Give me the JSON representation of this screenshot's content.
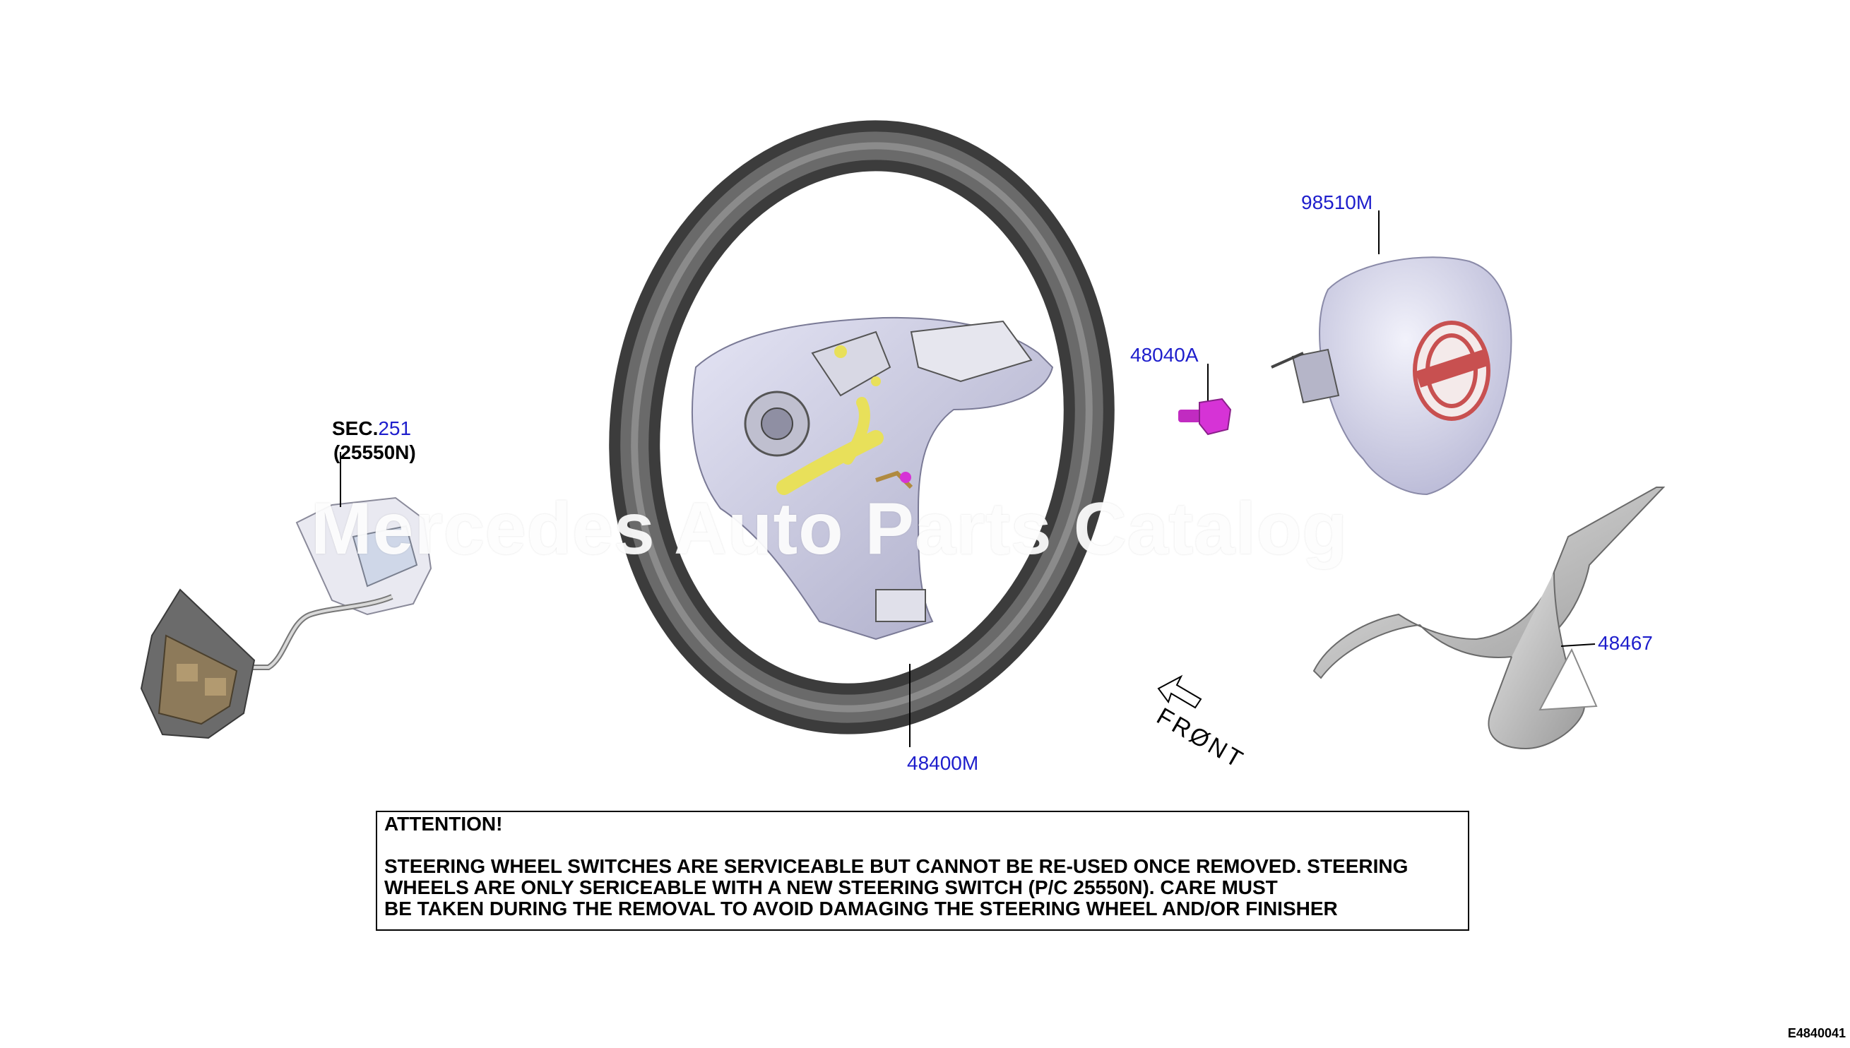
{
  "labels": {
    "sec_prefix": "SEC.",
    "sec_number": "251",
    "sec_part": "(25550N)",
    "steering_wheel": "48400M",
    "airbag_module": "98510M",
    "bolt": "48040A",
    "finisher": "48467",
    "front_arrow": "FRØNT"
  },
  "watermark": "Mercedes Auto Parts Catalog",
  "attention": {
    "heading": "ATTENTION!",
    "lines": [
      "STEERING WHEEL SWITCHES ARE SERVICEABLE BUT CANNOT BE RE-USED ONCE REMOVED. STEERING",
      "WHEELS ARE ONLY SERICEABLE WITH A NEW STEERING SWITCH (P/C 25550N). CARE MUST",
      "BE TAKEN DURING THE REMOVAL TO AVOID DAMAGING THE STEERING WHEEL AND/OR FINISHER"
    ]
  },
  "diagram_code": "E4840041",
  "colors": {
    "part_number": "#1e1ecc",
    "wheel_rim": "#4a4a4a",
    "wheel_hub": "#cfcfe6",
    "airbag": "#dcdcef",
    "bolt": "#d633d6",
    "emblem": "#c85050",
    "harness": "#e8e05a"
  }
}
